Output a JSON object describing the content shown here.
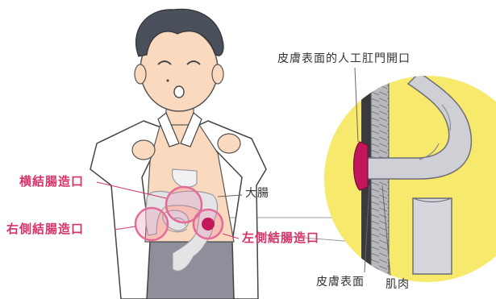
{
  "labels": {
    "transverse_colostomy": "横結腸造口",
    "right_colostomy": "右側結腸造口",
    "left_colostomy": "左側結腸造口",
    "large_intestine": "大腸",
    "stoma_opening": "皮膚表面的人工肛門開口",
    "skin_surface": "皮膚表面",
    "muscle": "肌肉"
  },
  "colors": {
    "accent_pink": "#d6336c",
    "stoma_magenta": "#c2185b",
    "zoom_yellow": "#f7e96b",
    "skin": "#fbd9bf",
    "coat": "#ffffff",
    "pants": "#8f8f9c",
    "hair": "#4a4f5c"
  }
}
